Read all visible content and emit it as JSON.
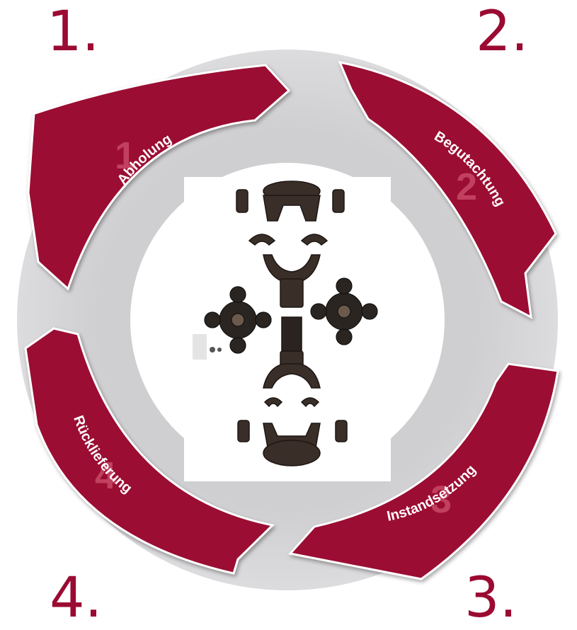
{
  "step_numbers": [
    "1.",
    "2.",
    "3.",
    "4."
  ],
  "steps": [
    {
      "label": "Abholung",
      "badge": "1"
    },
    {
      "label": "Begutachtung",
      "badge": "2"
    },
    {
      "label": "Instandsetzung",
      "badge": "3"
    },
    {
      "label": "Rücklieferung",
      "badge": "4"
    }
  ],
  "colors": {
    "accent": "#9b0a32",
    "ring": "#d4d4d6",
    "arrow_border": "#ffffff"
  },
  "center_image": "cardan-shaft-exploded-parts-photo"
}
